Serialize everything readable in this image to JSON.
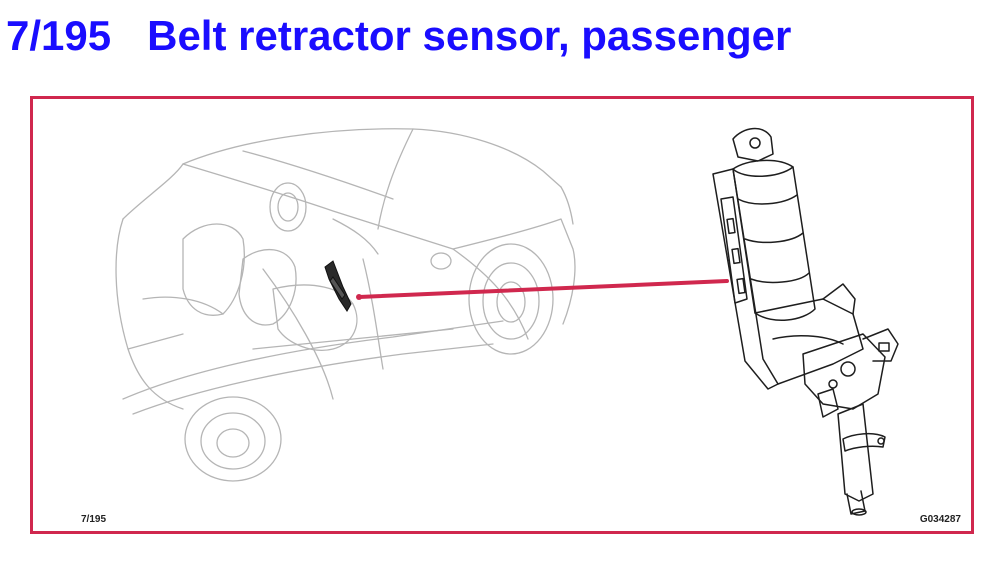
{
  "header": {
    "number": "7/195",
    "title": "Belt retractor sensor, passenger"
  },
  "figure": {
    "ref_left": "7/195",
    "ref_right": "G034287",
    "colors": {
      "title": "#1a0dff",
      "frame": "#d0284e",
      "pointer": "#d0284e",
      "car_lines": "#b5b5b5",
      "component_lines": "#1e1e1e"
    }
  }
}
